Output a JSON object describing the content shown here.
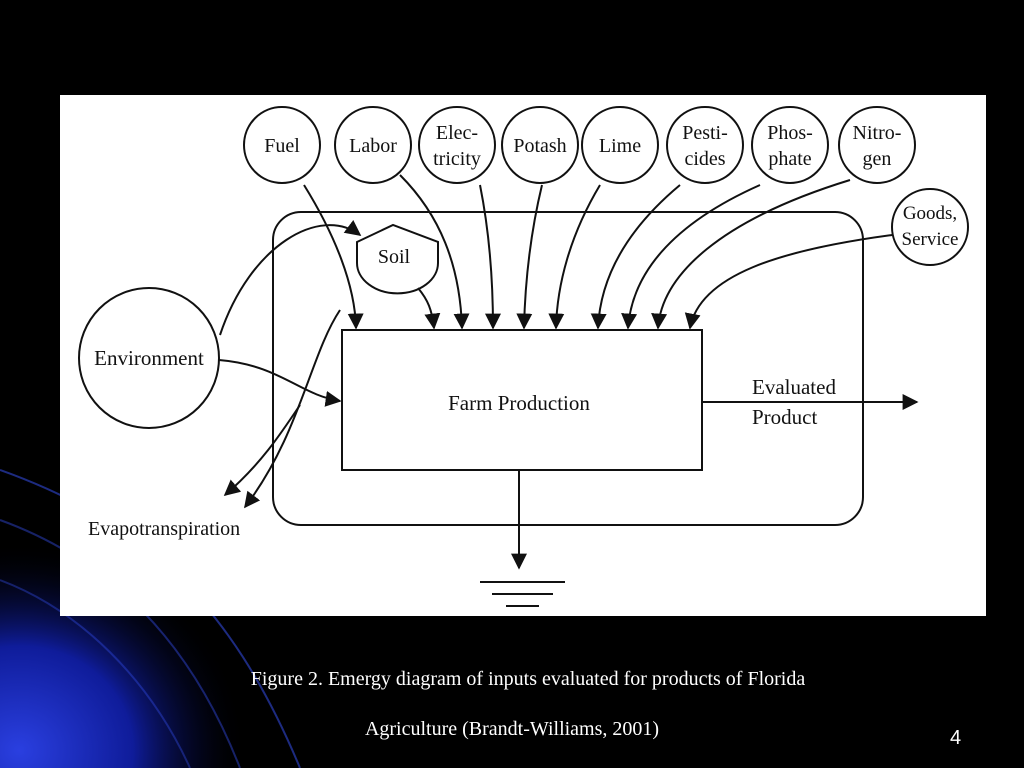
{
  "diagram": {
    "inputs": [
      {
        "id": "fuel",
        "lines": [
          "Fuel"
        ]
      },
      {
        "id": "labor",
        "lines": [
          "Labor"
        ]
      },
      {
        "id": "electricity",
        "lines": [
          "Elec-",
          "tricity"
        ]
      },
      {
        "id": "potash",
        "lines": [
          "Potash"
        ]
      },
      {
        "id": "lime",
        "lines": [
          "Lime"
        ]
      },
      {
        "id": "pesticides",
        "lines": [
          "Pesti-",
          "cides"
        ]
      },
      {
        "id": "phosphate",
        "lines": [
          "Phos-",
          "phate"
        ]
      },
      {
        "id": "nitrogen",
        "lines": [
          "Nitro-",
          "gen"
        ]
      }
    ],
    "goods_service": [
      "Goods,",
      "Service"
    ],
    "soil": "Soil",
    "environment": "Environment",
    "evapotranspiration": "Evapotranspiration",
    "farm_production": "Farm Production",
    "evaluated_product": [
      "Evaluated",
      "Product"
    ]
  },
  "caption": {
    "line1": "Figure 2. Emergy diagram of inputs evaluated for products of Florida",
    "line2": "Agriculture (Brandt-Williams, 2001)"
  },
  "slide_number": "4",
  "colors": {
    "background": "#000000",
    "swoosh": "#1a2cc8",
    "panel": "#ffffff",
    "ink": "#111111"
  }
}
